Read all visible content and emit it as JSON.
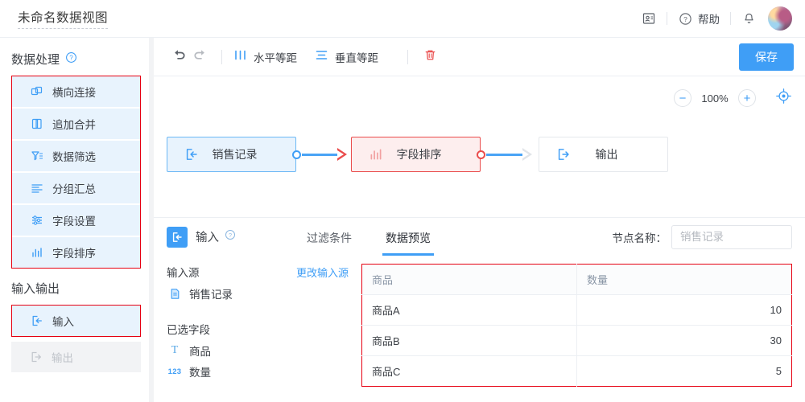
{
  "header": {
    "doc_title": "未命名数据视图",
    "contact_icon": "contact-card-icon",
    "help_icon": "question-circle-icon",
    "help_label": "帮助",
    "bell_icon": "bell-icon",
    "avatar_name": "user-avatar"
  },
  "sidebar": {
    "sections": [
      {
        "title": "数据处理",
        "has_help": true,
        "selected": true,
        "items": [
          {
            "label": "横向连接",
            "icon": "horizontal-join-icon",
            "disabled": false
          },
          {
            "label": "追加合并",
            "icon": "append-merge-icon",
            "disabled": false
          },
          {
            "label": "数据筛选",
            "icon": "filter-icon",
            "disabled": false
          },
          {
            "label": "分组汇总",
            "icon": "group-summary-icon",
            "disabled": false
          },
          {
            "label": "字段设置",
            "icon": "field-settings-icon",
            "disabled": false
          },
          {
            "label": "字段排序",
            "icon": "field-sort-icon",
            "disabled": false
          }
        ]
      },
      {
        "title": "输入输出",
        "has_help": false,
        "items": [
          {
            "label": "输入",
            "icon": "input-icon",
            "disabled": false,
            "selected": true
          },
          {
            "label": "输出",
            "icon": "output-icon",
            "disabled": true,
            "selected": false
          }
        ]
      }
    ]
  },
  "toolbar": {
    "undo_icon": "undo-icon",
    "redo_icon": "redo-icon",
    "horizontal_label": "水平等距",
    "horizontal_icon": "horizontal-distribute-icon",
    "vertical_label": "垂直等距",
    "vertical_icon": "vertical-distribute-icon",
    "delete_icon": "trash-icon",
    "save_label": "保存"
  },
  "canvas": {
    "zoom_out_icon": "minus-icon",
    "zoom_level": "100%",
    "zoom_in_icon": "plus-icon",
    "fit_icon": "crosshair-target-icon",
    "nodes": [
      {
        "label": "销售记录",
        "icon": "input-node-icon",
        "state": "source"
      },
      {
        "label": "字段排序",
        "icon": "field-sort-node-icon",
        "state": "selected"
      },
      {
        "label": "输出",
        "icon": "output-node-icon",
        "state": "default"
      }
    ]
  },
  "panel": {
    "badge_icon": "input-icon",
    "title": "输入",
    "help_icon": "question-circle-icon",
    "tabs": [
      {
        "label": "过滤条件",
        "active": false
      },
      {
        "label": "数据预览",
        "active": true
      }
    ],
    "node_name_label": "节点名称：",
    "node_name_value": "",
    "node_name_placeholder": "销售记录",
    "input_source_label": "输入源",
    "change_source_label": "更改输入源",
    "source_file": "销售记录",
    "source_file_icon": "file-icon",
    "selected_fields_label": "已选字段",
    "fields": [
      {
        "label": "商品",
        "type_icon": "text-type-icon",
        "type_glyph": "T"
      },
      {
        "label": "数量",
        "type_icon": "number-type-icon",
        "type_glyph": "123"
      }
    ]
  },
  "table": {
    "columns": [
      "商品",
      "数量"
    ],
    "rows": [
      [
        "商品A",
        "10"
      ],
      [
        "商品B",
        "30"
      ],
      [
        "商品C",
        "5"
      ]
    ]
  },
  "colors": {
    "accent": "#3f9ef6",
    "selection": "#e60012",
    "node_selected_border": "#ea4c4c",
    "node_blue_bg": "#e8f3fd",
    "node_red_bg": "#fdeeee"
  }
}
